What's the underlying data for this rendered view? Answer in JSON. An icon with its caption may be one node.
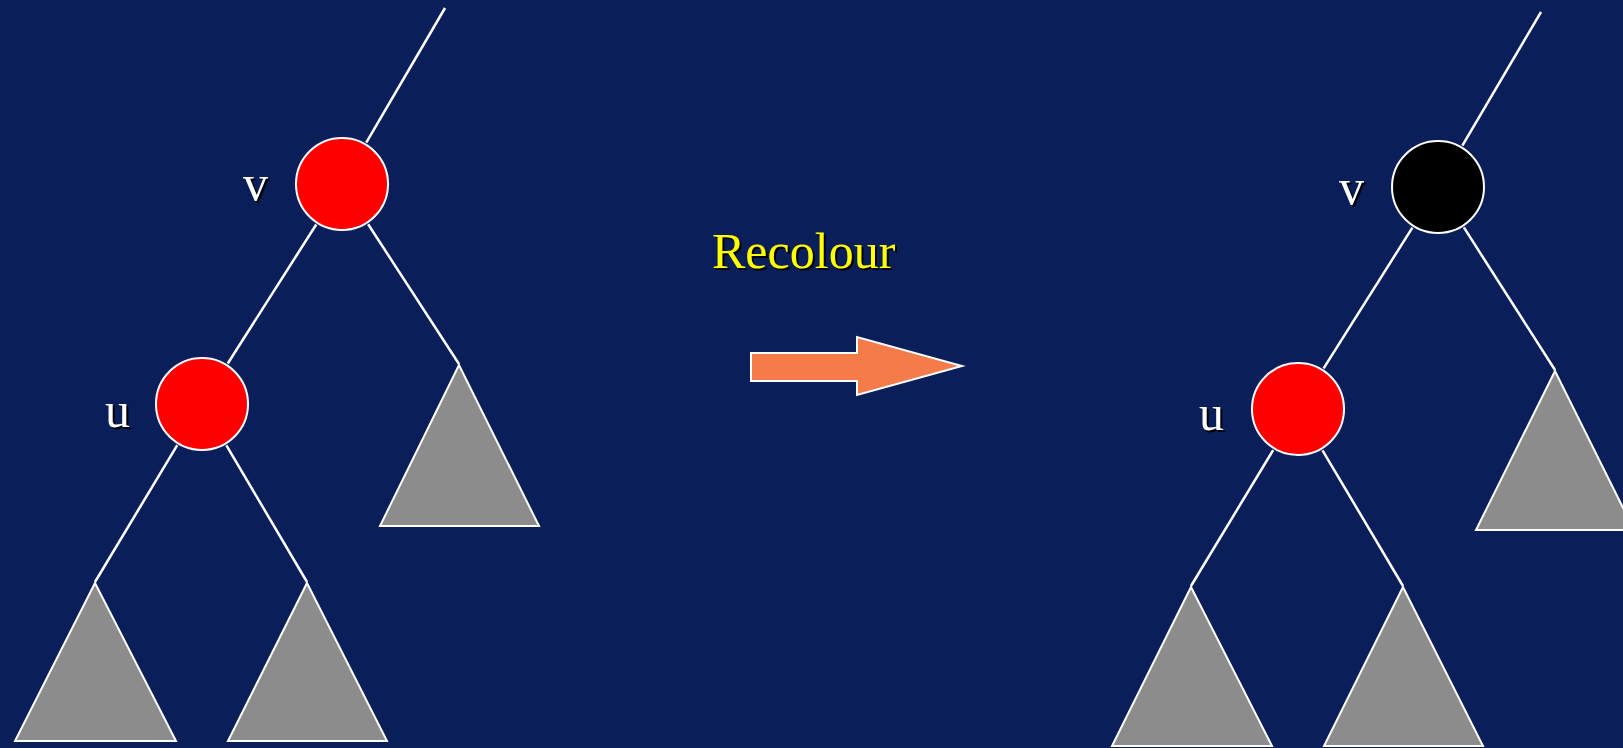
{
  "diagram": {
    "nodes": [
      {
        "text": [],
        "shape": "circle",
        "beside": [
          "v"
        ]
      },
      {
        "text": [],
        "shape": "circle",
        "beside": [
          "u"
        ]
      },
      {
        "text": [],
        "shape": "triangle"
      },
      {
        "text": [],
        "shape": "triangle"
      },
      {
        "text": [],
        "shape": "triangle"
      },
      {
        "text": [],
        "shape": "circle",
        "beside": [
          "v"
        ]
      },
      {
        "text": [],
        "shape": "circle",
        "beside": [
          "u"
        ]
      },
      {
        "text": [],
        "shape": "triangle"
      },
      {
        "text": [],
        "shape": "triangle"
      },
      {
        "text": [],
        "shape": "triangle"
      }
    ],
    "edges": [
      {
        "from": null,
        "to": 0,
        "arrow": "none"
      },
      {
        "from": 0,
        "to": 1,
        "arrow": "none"
      },
      {
        "from": 0,
        "to": 2,
        "arrow": "none"
      },
      {
        "from": 1,
        "to": 3,
        "arrow": "none"
      },
      {
        "from": 1,
        "to": 4,
        "arrow": "none"
      },
      {
        "from": null,
        "to": 5,
        "arrow": "none"
      },
      {
        "from": 5,
        "to": 6,
        "arrow": "none"
      },
      {
        "from": 5,
        "to": 7,
        "arrow": "none"
      },
      {
        "from": 6,
        "to": 8,
        "arrow": "none"
      },
      {
        "from": 6,
        "to": 9,
        "arrow": "none"
      }
    ],
    "labels": [
      "Recolour"
    ]
  }
}
